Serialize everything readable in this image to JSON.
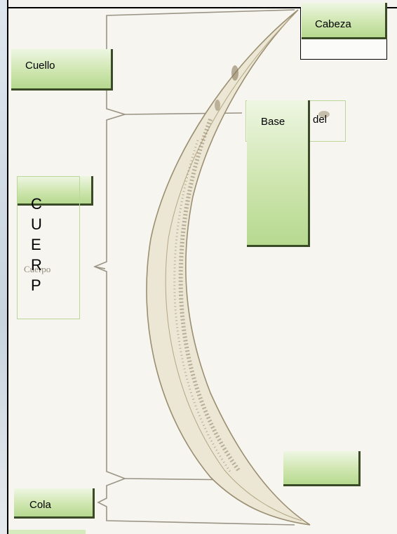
{
  "labels": {
    "head": "Cabeza",
    "neck": "Cuello",
    "base": "Base",
    "base_suffix": "del",
    "tail": "Cola",
    "body_letters": [
      "C",
      "U",
      "E",
      "R",
      "P"
    ],
    "figure_text": "Cuerpo"
  },
  "colors": {
    "label_fill_light": "#eef6e2",
    "label_fill_dark": "#b6d98f",
    "label_shadow": "#3b4a26",
    "worm_stroke": "#9a8f72"
  }
}
